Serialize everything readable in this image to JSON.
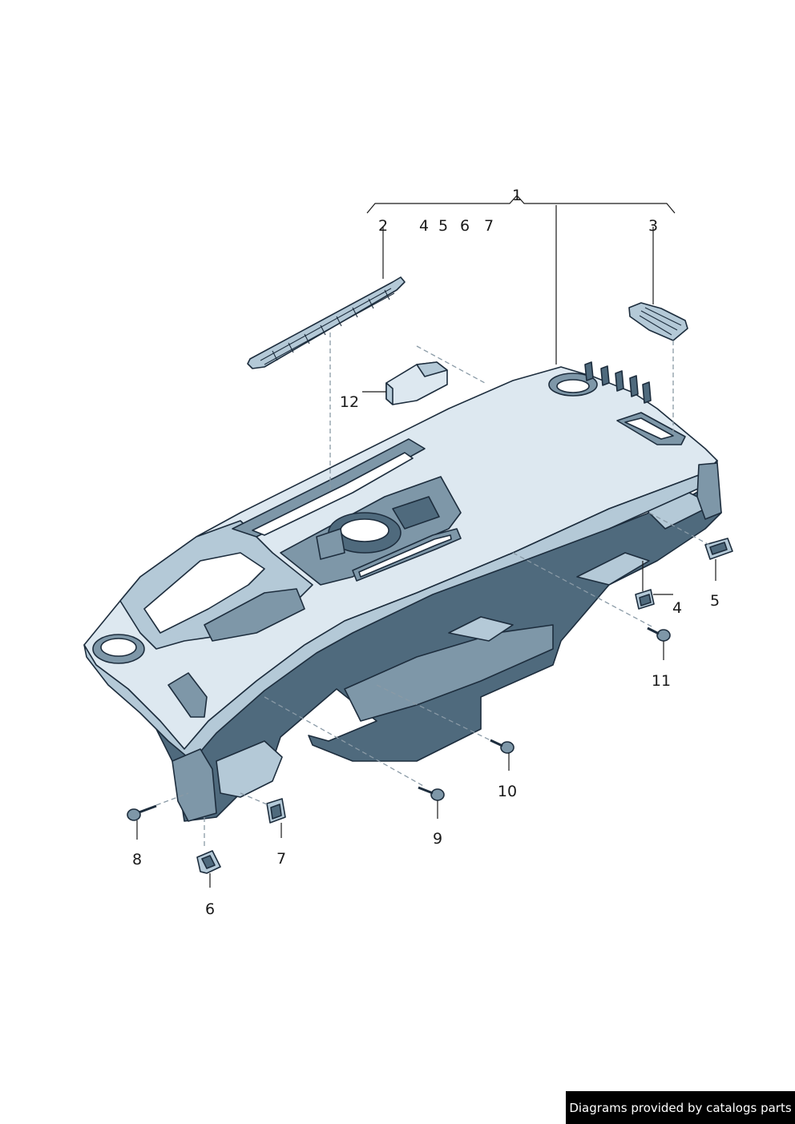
{
  "callouts": {
    "c1": "1",
    "c2": "2",
    "c3": "3",
    "c4": "4",
    "c5": "5",
    "c6": "6",
    "c7": "7",
    "c8": "8",
    "c9": "9",
    "c10": "10",
    "c11": "11",
    "c12": "12",
    "sub4": "4",
    "sub5": "5",
    "sub6": "6",
    "sub7": "7"
  },
  "credit": "Diagrams provided by catalogs parts",
  "colors": {
    "outline": "#1d2d3d",
    "surface_light": "#dde8f0",
    "surface_mid": "#b4c9d7",
    "surface_dark": "#7e97a8",
    "credit_bg": "#000000"
  }
}
